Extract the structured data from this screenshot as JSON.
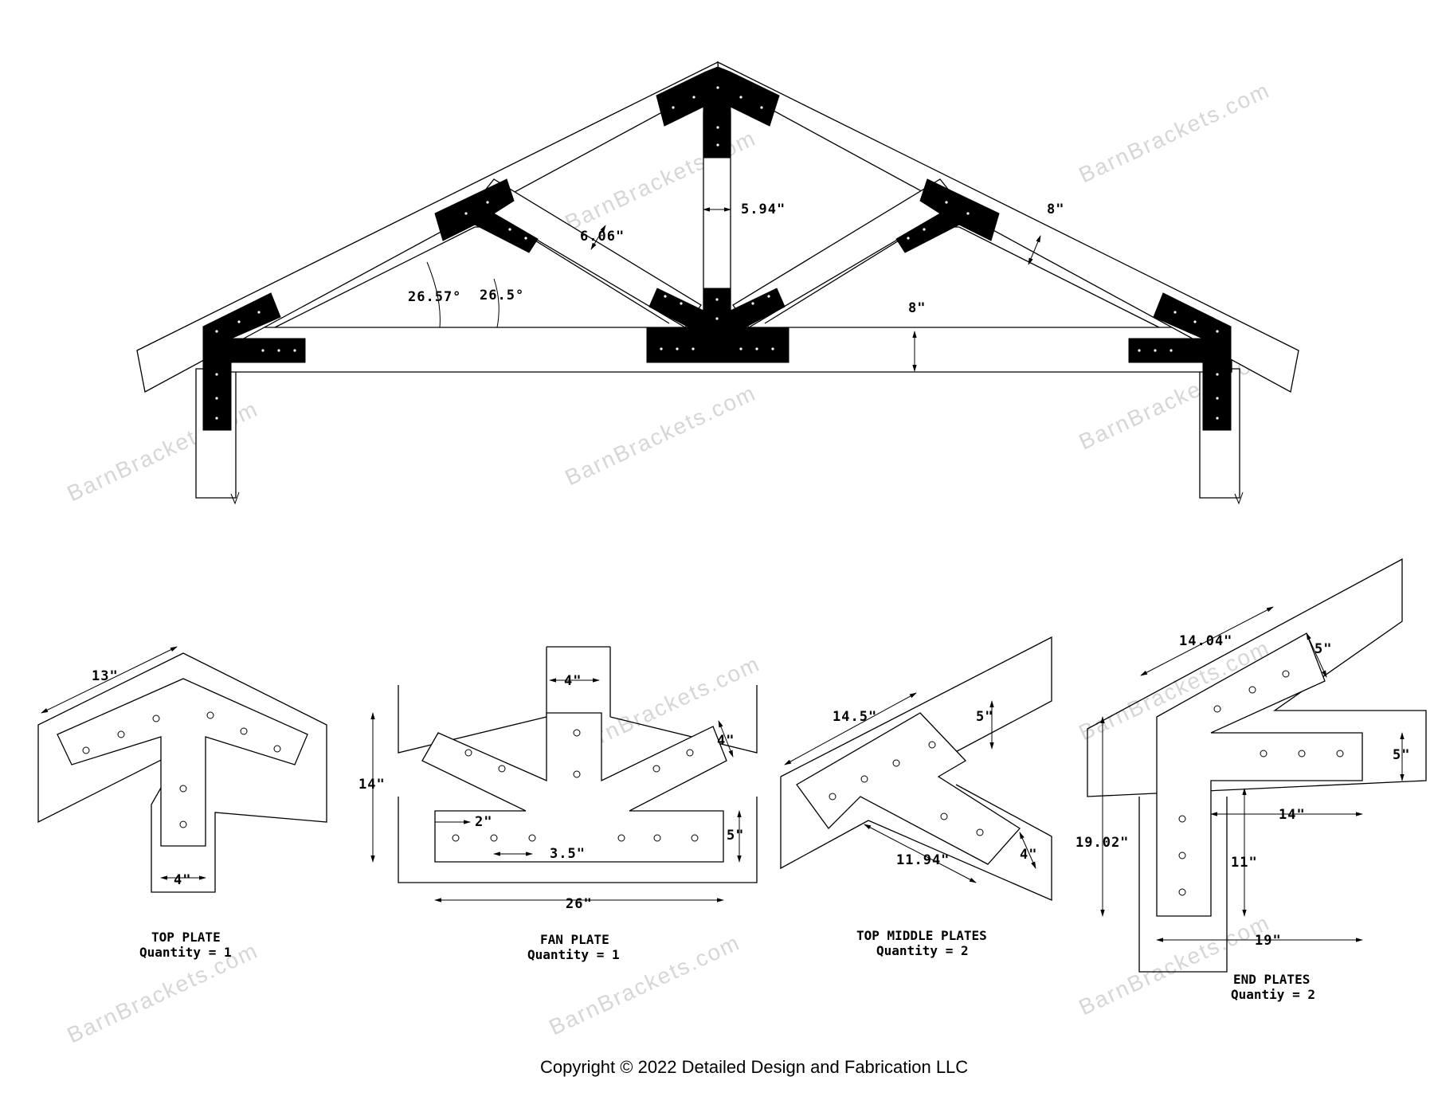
{
  "watermark": "BarnBrackets.com",
  "truss": {
    "dims": {
      "kingpost_width": "5.94\"",
      "web_width": "6.06\"",
      "rafter_width": "8\"",
      "tie_width": "8\"",
      "angle_a": "26.57°",
      "angle_b": "26.5°"
    }
  },
  "top_plate": {
    "dims": {
      "length": "13\"",
      "stem_width": "4\""
    },
    "title": "TOP PLATE",
    "quantity": "Quantity = 1"
  },
  "fan_plate": {
    "dims": {
      "stem_width": "4\"",
      "arm_width": "4\"",
      "height": "14\"",
      "hole_offset": "2\"",
      "hole_spacing": "3.5\"",
      "base_height": "5\"",
      "base_length": "26\""
    },
    "title": "FAN PLATE",
    "quantity": "Quantity = 1"
  },
  "top_middle_plates": {
    "dims": {
      "upper_length": "14.5\"",
      "upper_width": "5\"",
      "lower_length": "11.94\"",
      "lower_width": "4\""
    },
    "title": "TOP MIDDLE PLATES",
    "quantity": "Quantity = 2"
  },
  "end_plates": {
    "dims": {
      "diag_length": "14.04\"",
      "diag_width": "5\"",
      "arm_width": "5\"",
      "height": "19.02\"",
      "arm_inner": "14\"",
      "leg_length": "11\"",
      "total_width": "19\""
    },
    "title": "END PLATES",
    "quantity": "Quantiy = 2"
  },
  "copyright": "Copyright © 2022 Detailed Design and Fabrication LLC"
}
